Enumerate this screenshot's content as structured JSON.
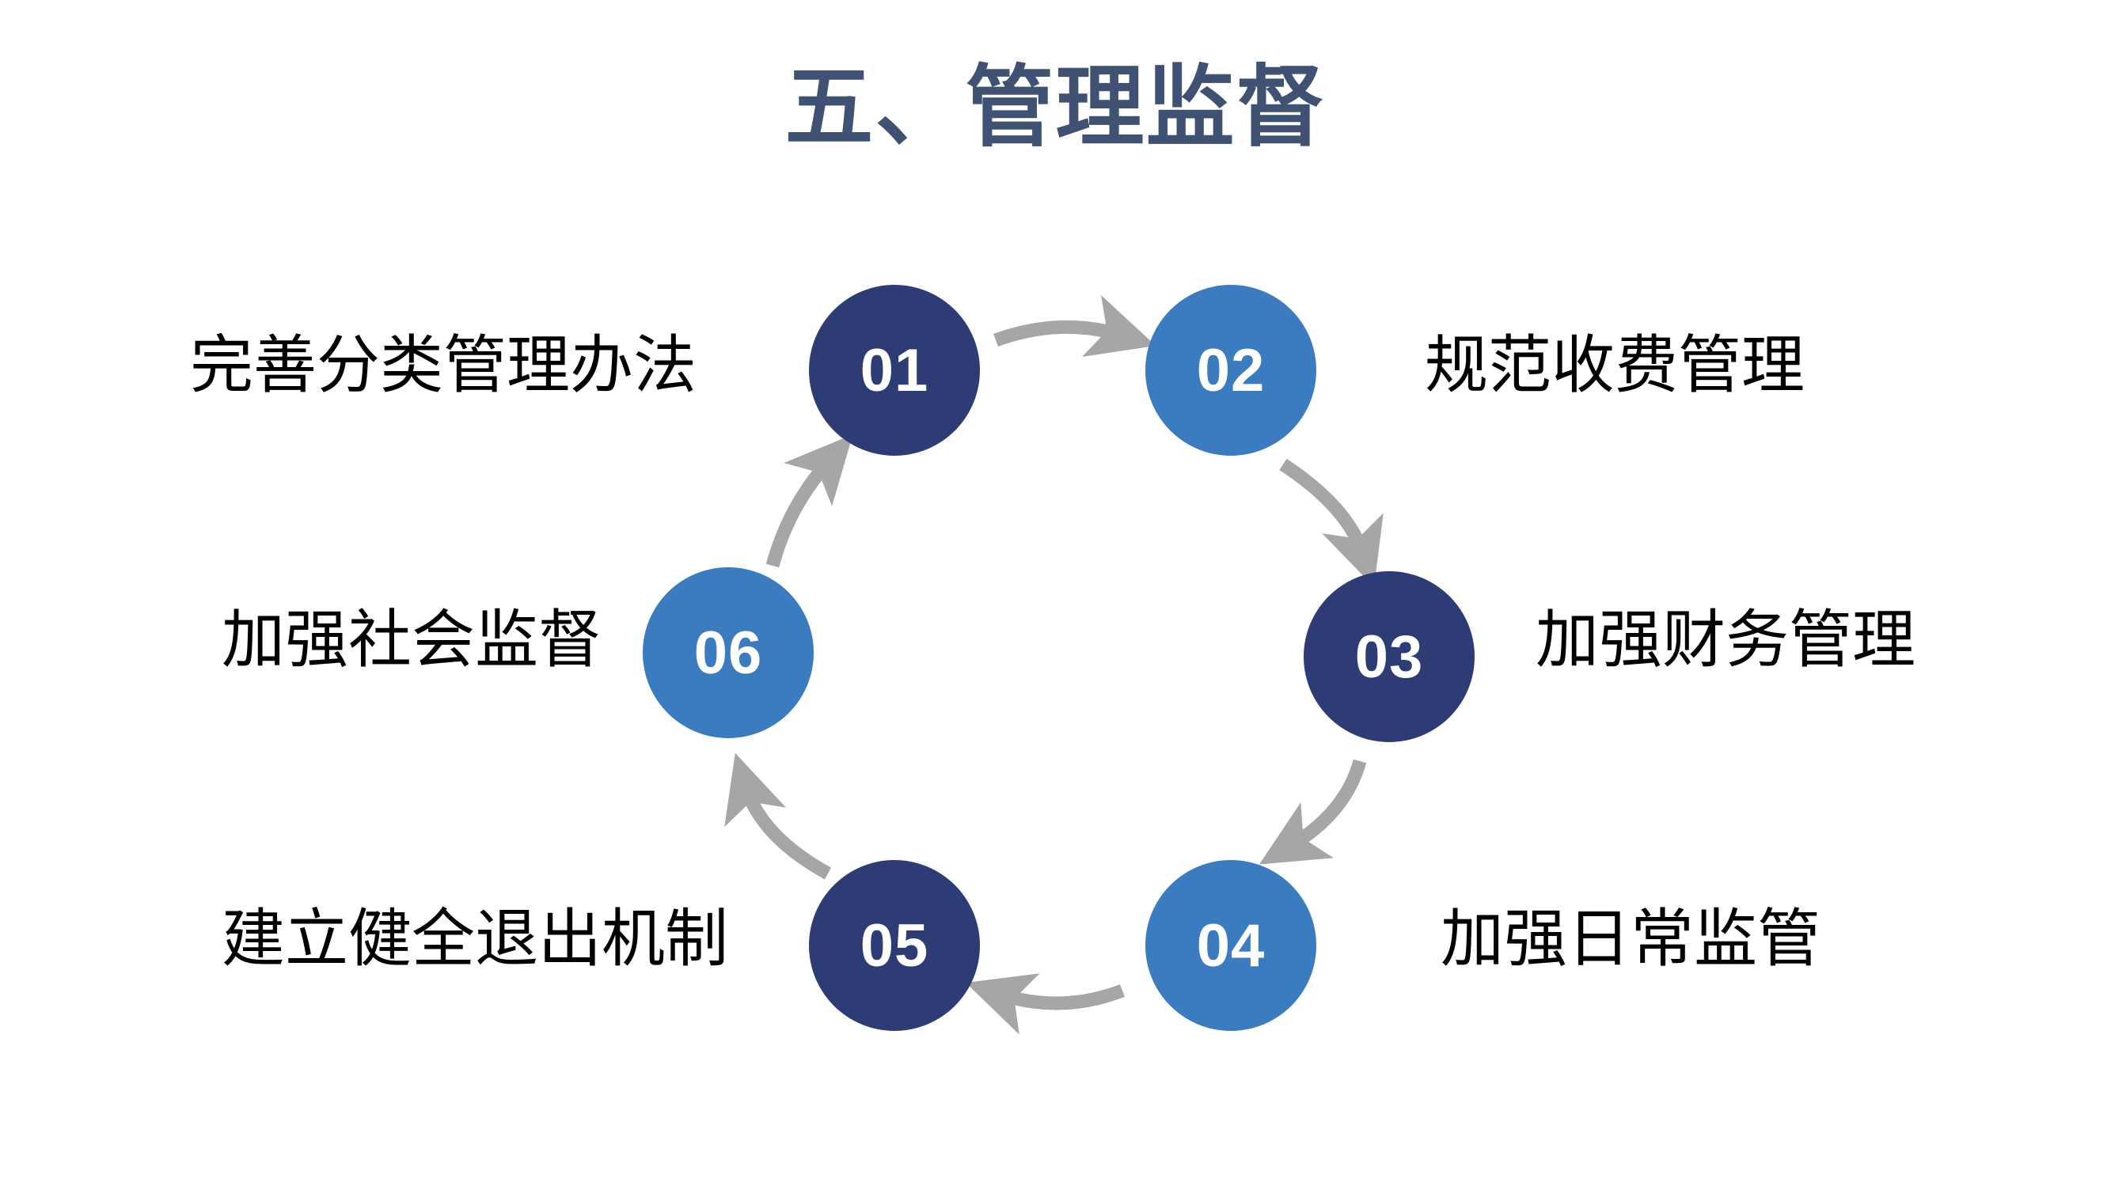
{
  "slide": {
    "title": "五、管理监督",
    "background_color": "#FFFFFF",
    "title_color": "#3F5273"
  },
  "palette": {
    "dark_navy": "#2D3C74",
    "medium_blue": "#3B7CC0",
    "arrow_gray": "#A6A6A6",
    "label_black": "#000000"
  },
  "diagram": {
    "type": "cycle",
    "direction": "clockwise",
    "node_count": 6,
    "nodes": [
      {
        "number": "01",
        "label": "完善分类管理办法",
        "color": "#2D3C74",
        "tone": "dark",
        "label_side": "left",
        "position": "top-left"
      },
      {
        "number": "02",
        "label": "规范收费管理",
        "color": "#3B7CC0",
        "tone": "light",
        "label_side": "right",
        "position": "top-right"
      },
      {
        "number": "03",
        "label": "加强财务管理",
        "color": "#2D3C74",
        "tone": "dark",
        "label_side": "right",
        "position": "middle-right"
      },
      {
        "number": "04",
        "label": "加强日常监管",
        "color": "#3B7CC0",
        "tone": "light",
        "label_side": "right",
        "position": "bottom-right"
      },
      {
        "number": "05",
        "label": "建立健全退出机制",
        "color": "#2D3C74",
        "tone": "dark",
        "label_side": "left",
        "position": "bottom-left"
      },
      {
        "number": "06",
        "label": "加强社会监督",
        "color": "#3B7CC0",
        "tone": "light",
        "label_side": "left",
        "position": "middle-left"
      }
    ],
    "arrows": [
      {
        "from": "01",
        "to": "02",
        "name": "arrow-01-to-02"
      },
      {
        "from": "02",
        "to": "03",
        "name": "arrow-02-to-03"
      },
      {
        "from": "03",
        "to": "04",
        "name": "arrow-03-to-04"
      },
      {
        "from": "04",
        "to": "05",
        "name": "arrow-04-to-05"
      },
      {
        "from": "05",
        "to": "06",
        "name": "arrow-05-to-06"
      },
      {
        "from": "06",
        "to": "01",
        "name": "arrow-06-to-01"
      }
    ]
  }
}
